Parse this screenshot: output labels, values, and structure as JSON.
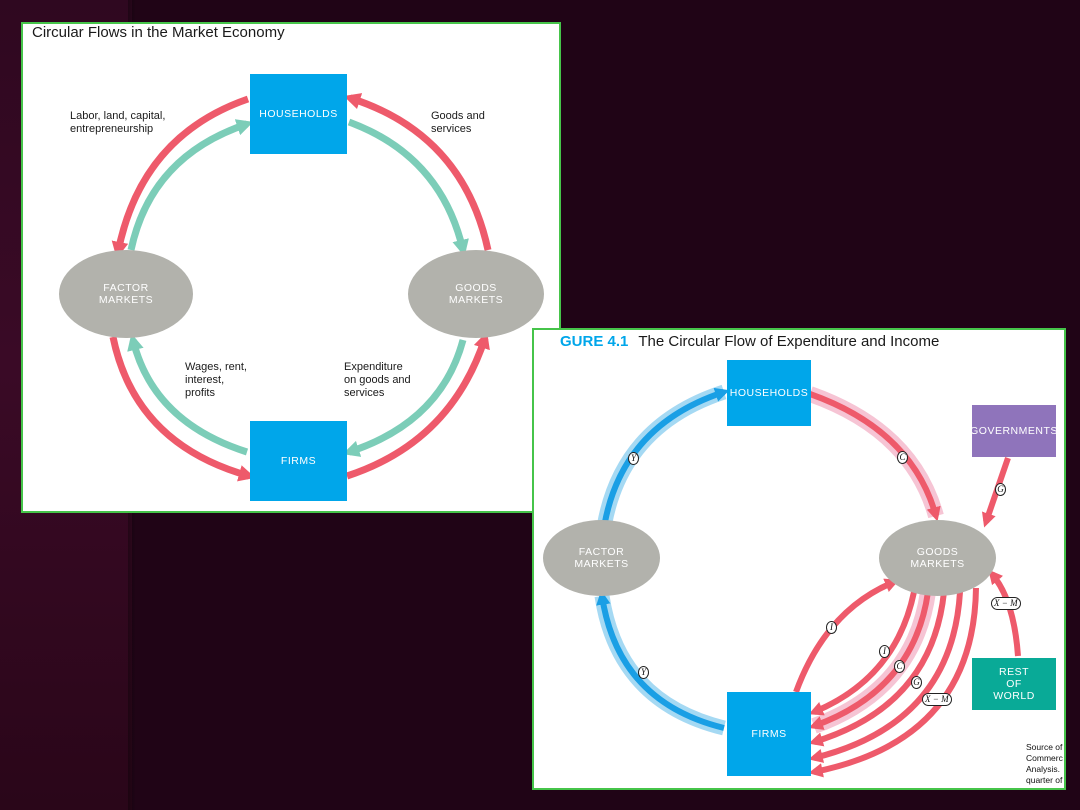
{
  "diagram1": {
    "title": "Circular Flows in the Market Economy",
    "nodes": {
      "households": "HOUSEHOLDS",
      "firms": "FIRMS",
      "factor_markets": "FACTOR\nMARKETS",
      "goods_markets": "GOODS\nMARKETS"
    },
    "labels": {
      "factors": "Labor, land, capital,\nentrepreneurship",
      "goods": "Goods  and\nservices",
      "wages": "Wages, rent,\ninterest,\nprofits",
      "expenditure": "Expenditure\non goods and\nservices"
    }
  },
  "diagram2": {
    "figure_number": "GURE  4.1",
    "title": "The Circular Flow of Expenditure and Income",
    "nodes": {
      "households": "HOUSEHOLDS",
      "firms": "FIRMS",
      "factor_markets": "FACTOR\nMARKETS",
      "goods_markets": "GOODS\nMARKETS",
      "governments": "GOVERNMENTS",
      "rest_of_world": "REST\nOF\nWORLD"
    },
    "flow_tags": {
      "y_top": "Y",
      "y_bottom": "Y",
      "c_top": "C",
      "g_gov": "G",
      "xm_row": "X − M",
      "i_outer": "I",
      "i_inner": "I",
      "c_inner": "C",
      "g_inner": "G",
      "xm_inner": "X − M"
    },
    "source_note": "Source of\nCommerc\nAnalysis.\nquarter of"
  },
  "colors": {
    "background": "#200416",
    "sidebar": "#3a0a26",
    "panel_border": "#46c44a",
    "node_blue": "#00a6ea",
    "node_purple": "#8f74bb",
    "node_teal": "#09aa97",
    "market_gray": "#b2b2ac",
    "arrow_red": "#ee5a6b",
    "arrow_pink_halo": "#f6c4d4",
    "arrow_teal": "#7ccdb8",
    "arrow_blue": "#1a9fe5",
    "arrow_blue_halo": "#a5d9f3"
  }
}
